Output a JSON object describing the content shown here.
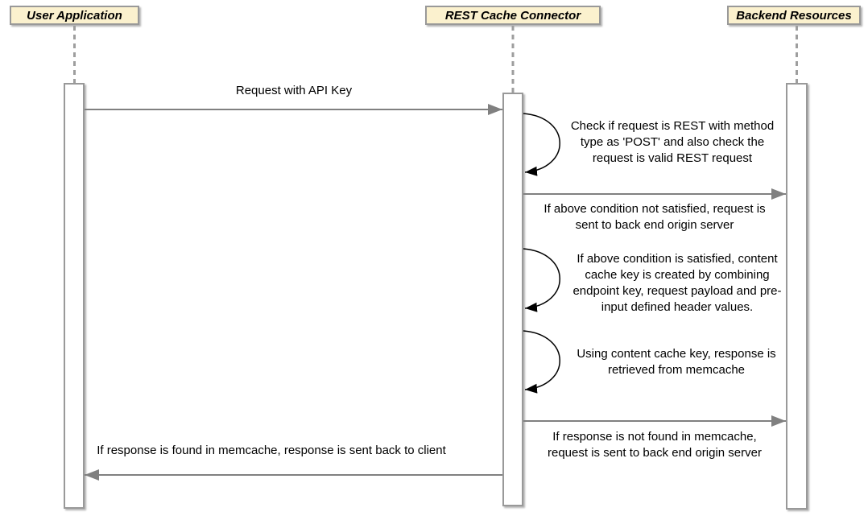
{
  "participants": {
    "user_application": "User Application",
    "rest_cache_connector": "REST Cache Connector",
    "backend_resources": "Backend Resources"
  },
  "messages": {
    "request_api_key": {
      "label": "Request with API Key"
    },
    "check_request": {
      "lines": [
        "Check if request is REST with method",
        "type as 'POST' and also check the",
        "request is valid REST request"
      ]
    },
    "not_satisfied": {
      "lines": [
        "If above condition not satisfied, request is",
        "sent to back end origin server"
      ]
    },
    "create_cache_key": {
      "lines": [
        "If above condition is satisfied, content",
        "cache key is created by combining",
        "endpoint key, request payload and pre-",
        "input defined header values."
      ]
    },
    "memcache_lookup": {
      "lines": [
        "Using content cache key, response is",
        "retrieved from memcache"
      ]
    },
    "not_found": {
      "lines": [
        "If response is not found in memcache,",
        "request is sent to back end origin server"
      ]
    },
    "found_response": {
      "label": "If response is found in memcache, response is sent back to client"
    }
  },
  "colors": {
    "participant_fill": "#FBF1CE",
    "participant_border": "#999999",
    "lifeline": "#9E9E9E",
    "message_arrow": "#808080",
    "self_loop": "#000000"
  }
}
